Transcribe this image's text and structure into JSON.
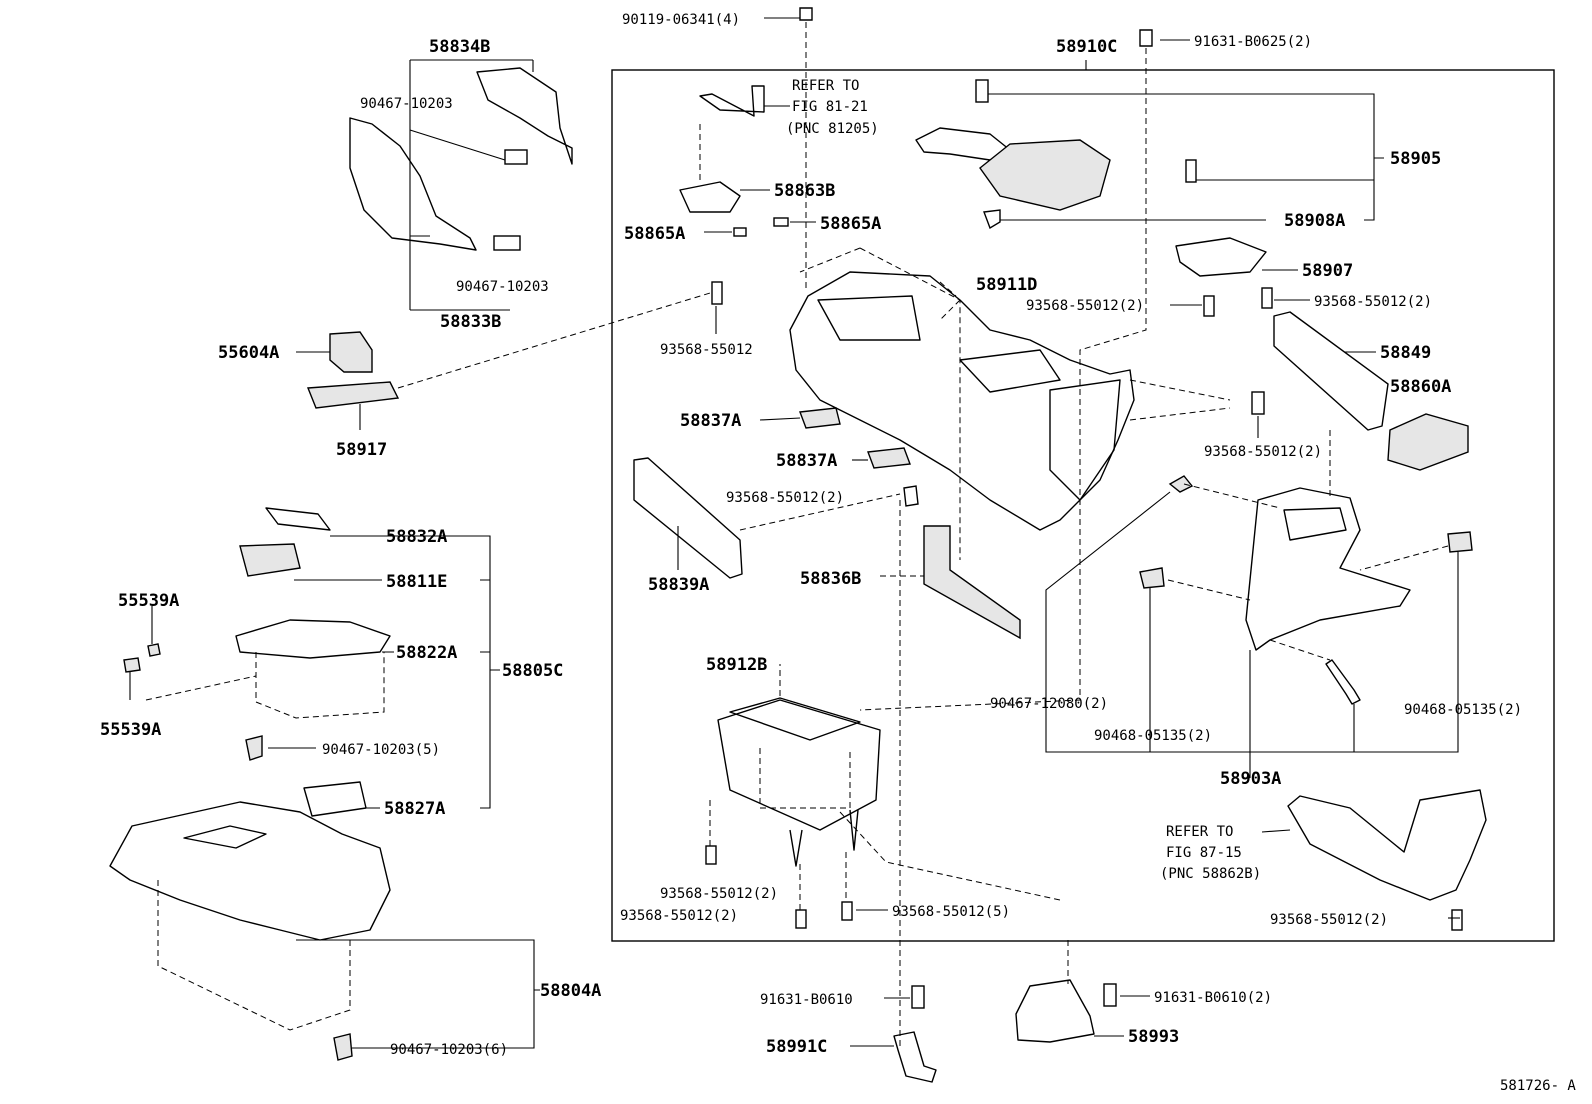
{
  "diagram_code": "581726- A",
  "labels": {
    "p58834B": "58834B",
    "p90467_10203_a": "90467-10203",
    "p90467_10203_b": "90467-10203",
    "p58833B": "58833B",
    "p55604A": "55604A",
    "p58917": "58917",
    "p58832A": "58832A",
    "p58811E": "58811E",
    "p58822A": "58822A",
    "p58805C": "58805C",
    "p55539A_top": "55539A",
    "p55539A_bot": "55539A",
    "p90467_10203_5": "90467-10203(5)",
    "p58827A": "58827A",
    "p58804A": "58804A",
    "p90467_10203_6": "90467-10203(6)",
    "p90119": "90119-06341(4)",
    "refer1_l1": "REFER TO",
    "refer1_l2": "FIG 81-21",
    "refer1_l3": "(PNC 81205)",
    "p58863B": "58863B",
    "p58865A_l": "58865A",
    "p58865A_r": "58865A",
    "p93568_single": "93568-55012",
    "p58837A_1": "58837A",
    "p58837A_2": "58837A",
    "p93568_c1": "93568-55012(2)",
    "p58839A": "58839A",
    "p58836B": "58836B",
    "p58912B": "58912B",
    "p93568_c2": "93568-55012(2)",
    "p93568_c3": "93568-55012(2)",
    "p93568_c4": "93568-55012(5)",
    "p58910C": "58910C",
    "p91631_b0625": "91631-B0625(2)",
    "p58905": "58905",
    "p58908A": "58908A",
    "p58911D": "58911D",
    "p58907": "58907",
    "p93568_c5": "93568-55012(2)",
    "p93568_c6": "93568-55012(2)",
    "p58849": "58849",
    "p58860A": "58860A",
    "p93568_c7": "93568-55012(2)",
    "p90467_12080": "90467-12080(2)",
    "p90468_05135_a": "90468-05135(2)",
    "p90468_05135_b": "90468-05135(2)",
    "p58903A": "58903A",
    "refer2_l1": "REFER TO",
    "refer2_l2": "FIG 87-15",
    "refer2_l3": "(PNC 58862B)",
    "p93568_c8": "93568-55012(2)",
    "p91631_b0610_a": "91631-B0610",
    "p91631_b0610_b": "91631-B0610(2)",
    "p58991C": "58991C",
    "p58993": "58993"
  }
}
